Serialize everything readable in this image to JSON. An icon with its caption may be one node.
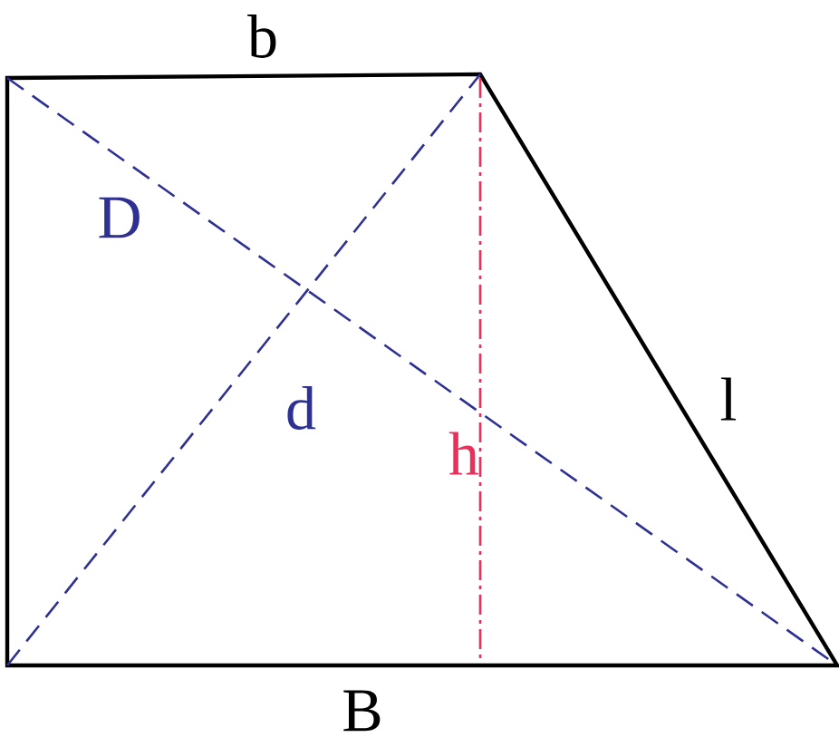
{
  "diagram": {
    "labels": [
      "b",
      "D",
      "d",
      "h",
      "l",
      "B"
    ]
  }
}
